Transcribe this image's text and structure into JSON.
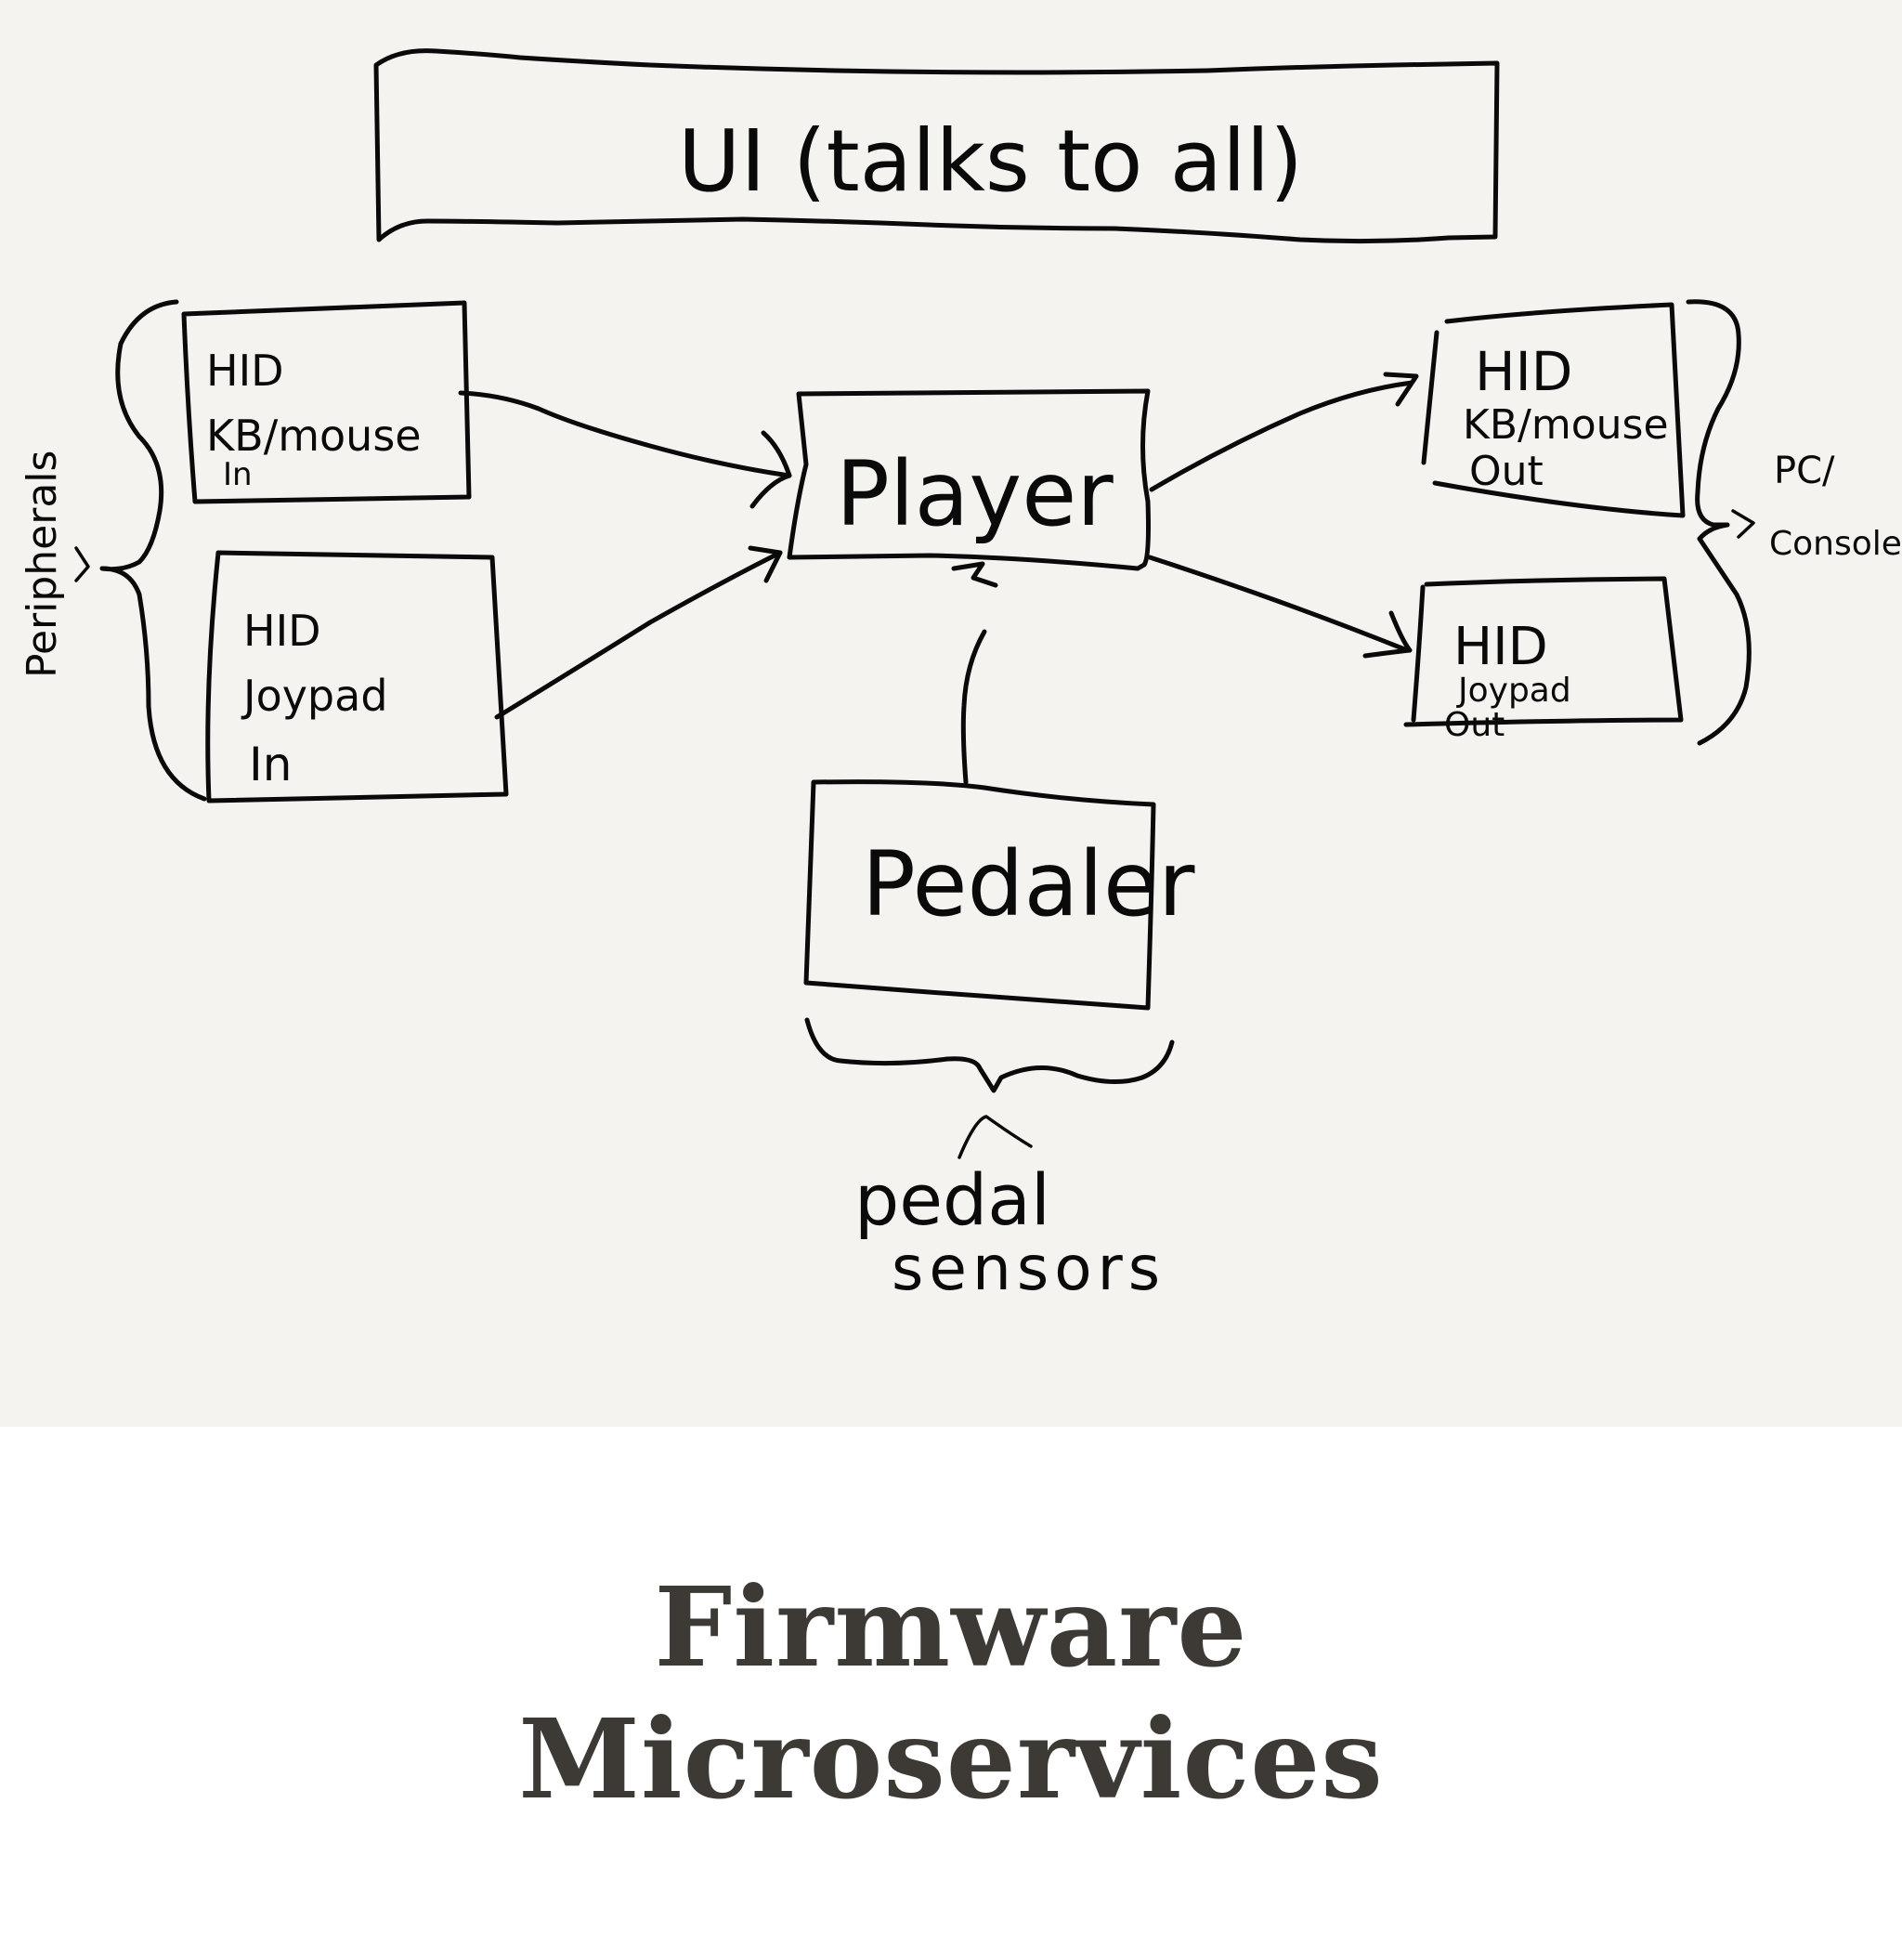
{
  "diagram": {
    "nodes": {
      "ui": {
        "label": "UI (talks to all)"
      },
      "hid_kb_in": {
        "lines": [
          "HID",
          "KB/mouse",
          "In"
        ]
      },
      "hid_joy_in": {
        "lines": [
          "HID",
          "Joypad",
          "In"
        ]
      },
      "player": {
        "label": "Player"
      },
      "pedaler": {
        "label": "Pedaler"
      },
      "hid_kb_out": {
        "lines": [
          "HID",
          "KB/mouse",
          "Out"
        ]
      },
      "hid_joy_out": {
        "lines": [
          "HID",
          "Joypad",
          "Out"
        ]
      }
    },
    "groups": {
      "peripherals": {
        "label": "Peripherals"
      },
      "pc_console": {
        "lines": [
          "PC/",
          "Console"
        ]
      },
      "pedal_sensors": {
        "lines": [
          "pedal",
          "sensors"
        ]
      }
    },
    "edges": [
      {
        "from": "hid_kb_in",
        "to": "player"
      },
      {
        "from": "hid_joy_in",
        "to": "player"
      },
      {
        "from": "pedaler",
        "to": "player"
      },
      {
        "from": "player",
        "to": "hid_kb_out"
      },
      {
        "from": "player",
        "to": "hid_joy_out"
      }
    ],
    "colors": {
      "ink": "#0a0a0a",
      "paper": "#f4f3f0"
    }
  },
  "caption": {
    "line1": "Firmware",
    "line2": "Microservices",
    "color": "#3d3a36"
  }
}
